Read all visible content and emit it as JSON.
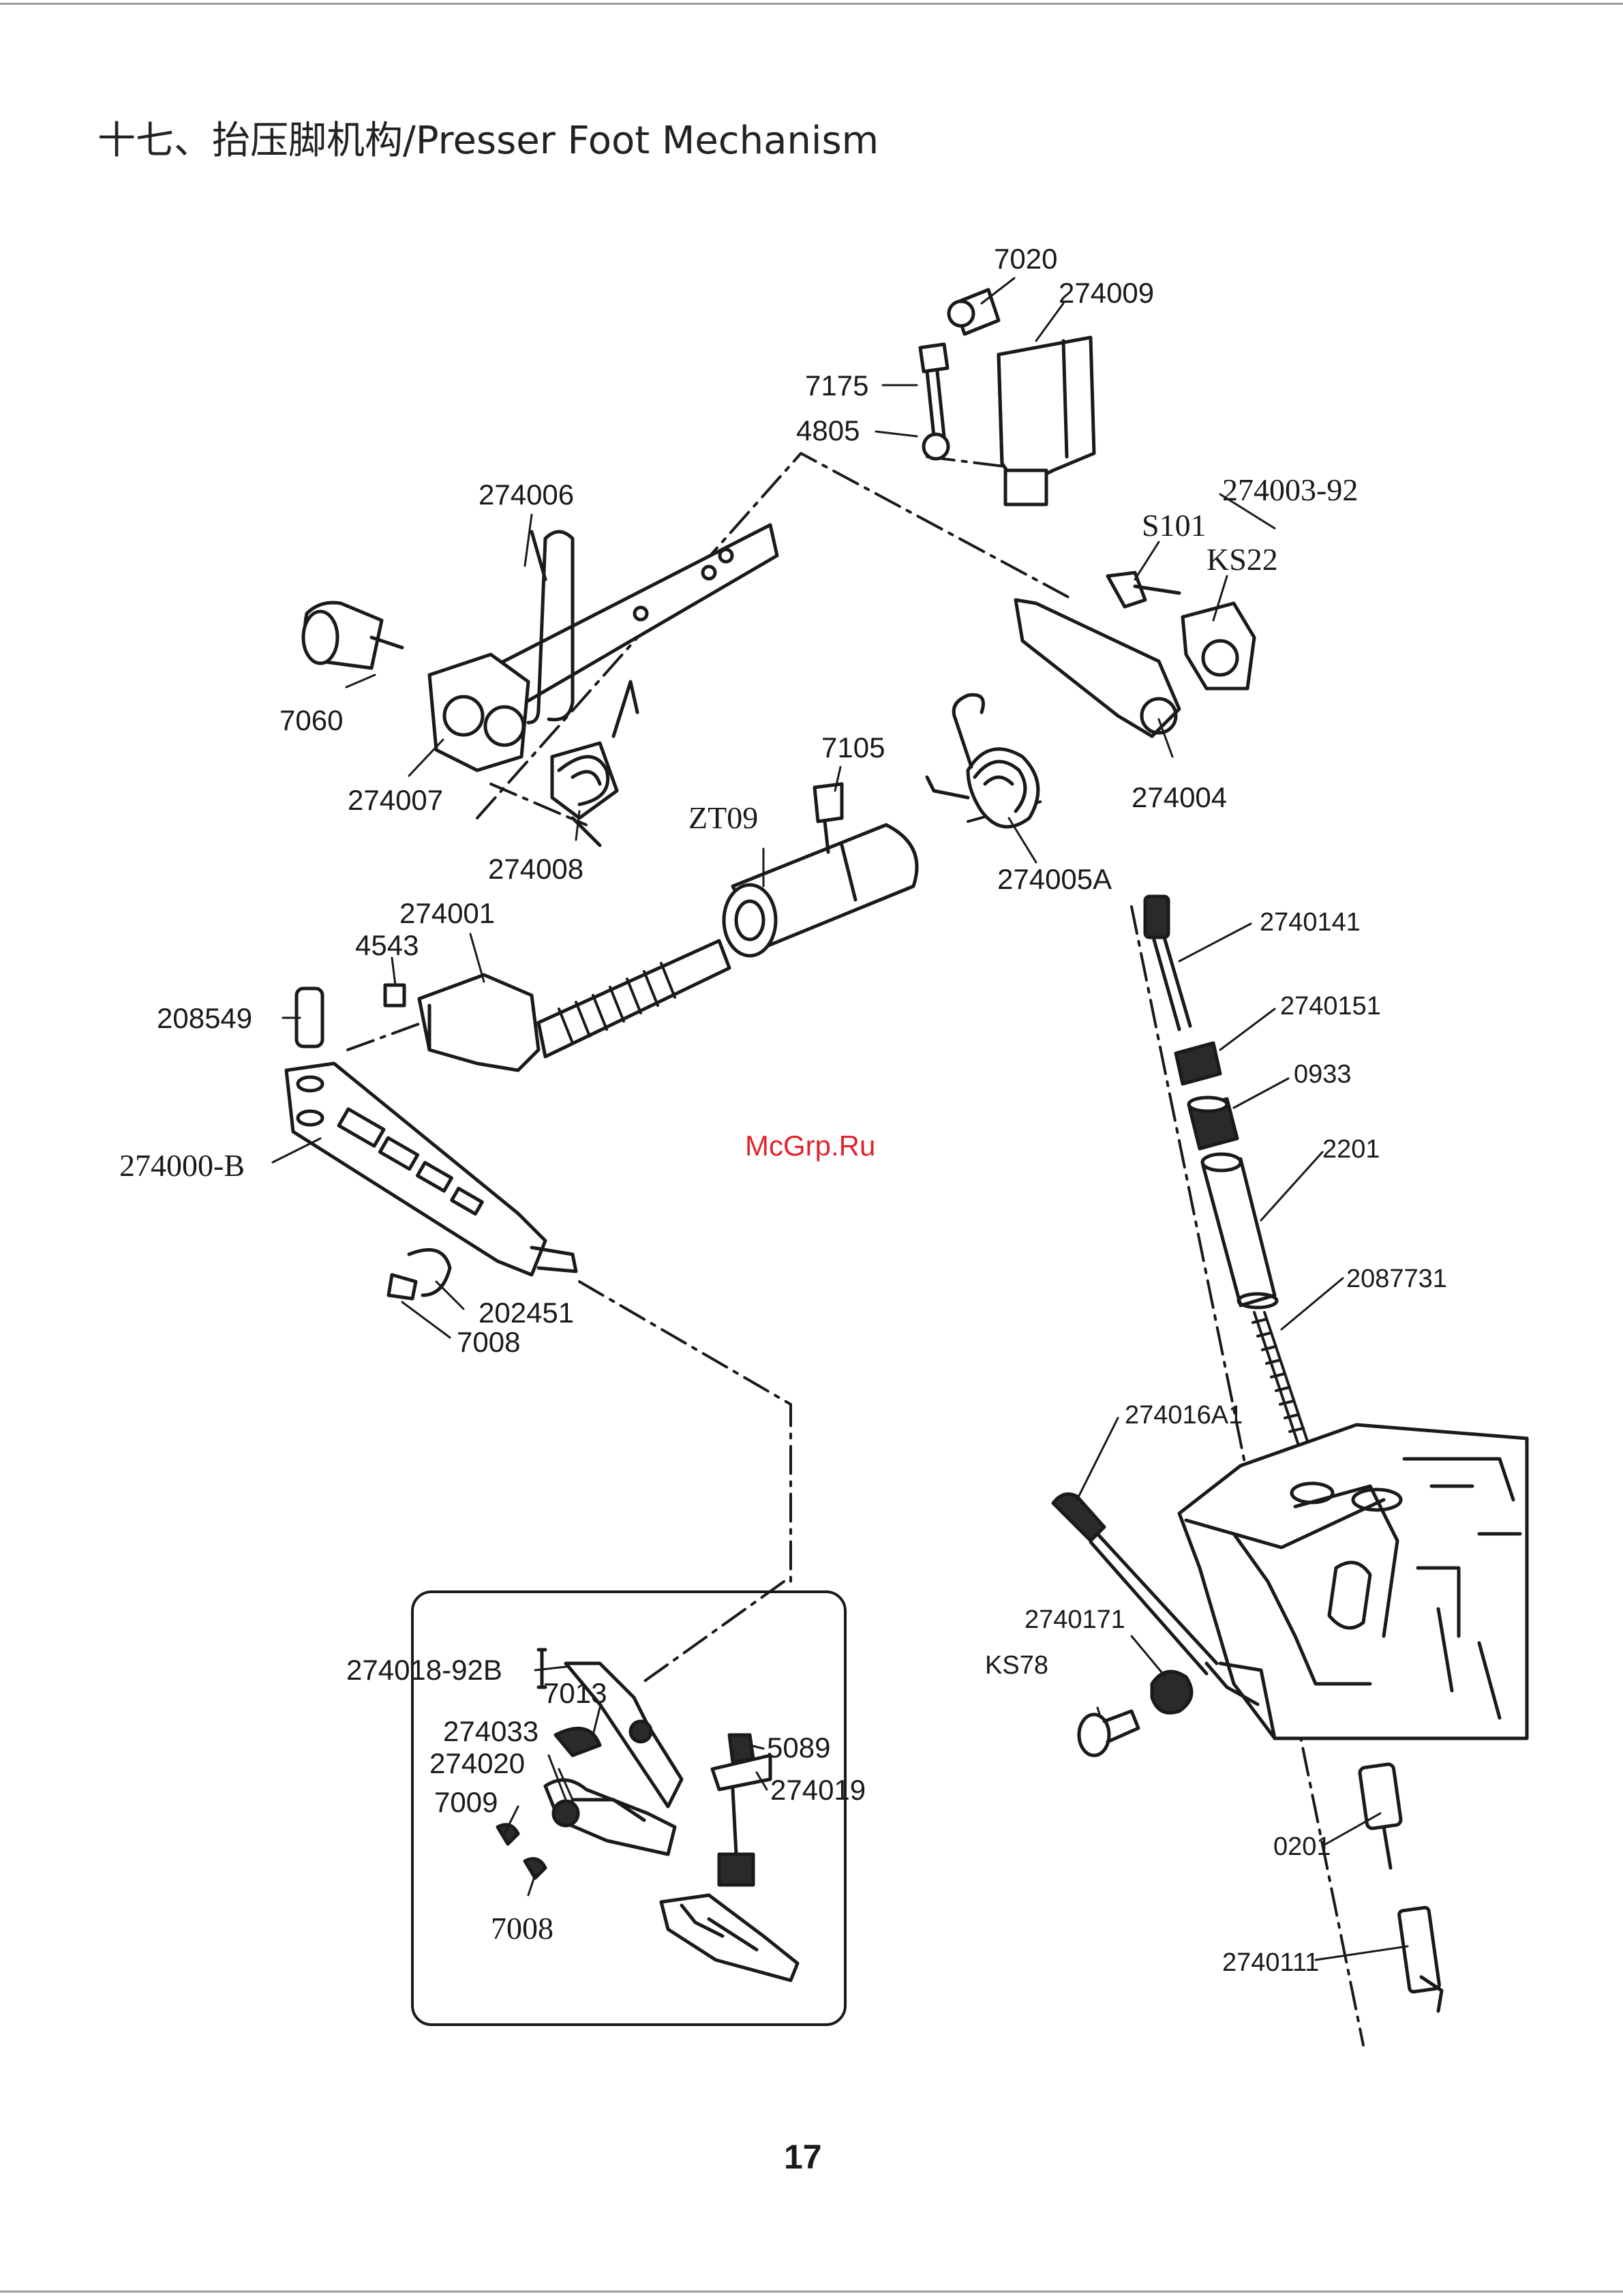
{
  "page": {
    "title": "十七、抬压脚机构/Presser Foot Mechanism",
    "page_number": "17",
    "watermark": "McGrp.Ru"
  },
  "labels": {
    "p7020": "7020",
    "p274009": "274009",
    "p7175": "7175",
    "p4805": "4805",
    "p274006": "274006",
    "p274003_92": "274003-92",
    "pS101": "S101",
    "pKS22": "KS22",
    "p7060": "7060",
    "p274007": "274007",
    "p7105": "7105",
    "p274004": "274004",
    "pZT09": "ZT09",
    "p274008": "274008",
    "p274005A": "274005A",
    "p274001": "274001",
    "p4543": "4543",
    "p2740141": "2740141",
    "p2740151": "2740151",
    "p208549": "208549",
    "p0933": "0933",
    "p274000_B": "274000-B",
    "p2201": "2201",
    "p2087731": "2087731",
    "p202451": "202451",
    "p7008a": "7008",
    "p274016A1": "274016A1",
    "p2740171": "2740171",
    "pKS78": "KS78",
    "p274018_92B": "274018-92B",
    "p7013": "7013",
    "p274033": "274033",
    "p274020": "274020",
    "p5089": "5089",
    "p274019": "274019",
    "p7009": "7009",
    "p7008b": "7008",
    "p0201": "0201",
    "p2740111": "2740111"
  }
}
